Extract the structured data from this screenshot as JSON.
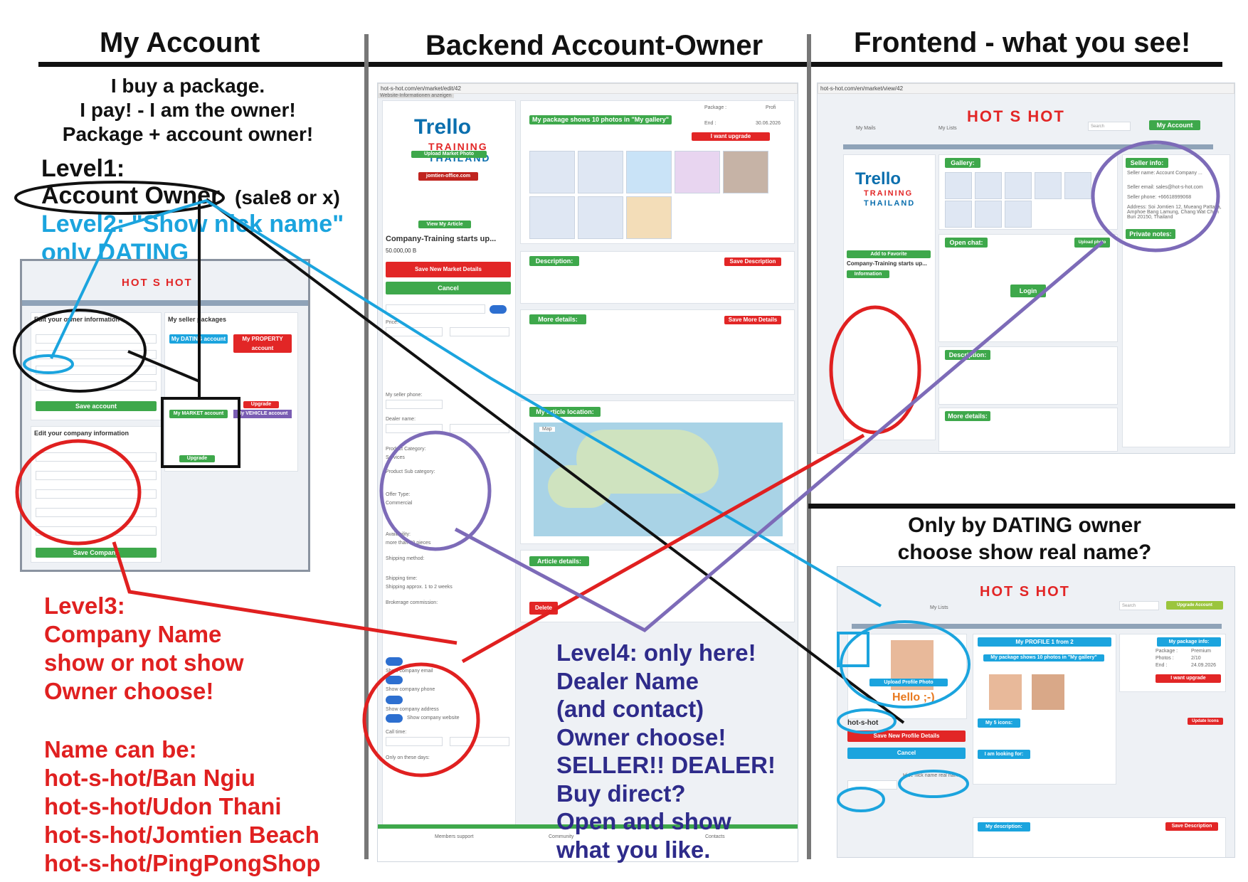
{
  "columns": {
    "my_account": "My Account",
    "backend": "Backend Account-Owner",
    "frontend": "Frontend - what you see!"
  },
  "intro_lines": [
    "I buy a package.",
    "I pay! - I am the owner!",
    "Package + account owner!"
  ],
  "level1": {
    "title": "Level1:",
    "circled": "Account Owner",
    "suffix": "(sale8 or x)"
  },
  "level2": {
    "line1": "Level2: \"Show nick name\"",
    "line2": "only DATING"
  },
  "level3": {
    "lines": [
      "Level3:",
      "Company Name",
      "show or not show",
      "Owner choose!"
    ]
  },
  "names": {
    "title": "Name can be:",
    "items": [
      "hot-s-hot/Ban Ngiu",
      "hot-s-hot/Udon Thani",
      "hot-s-hot/Jomtien Beach",
      "hot-s-hot/PingPongShop"
    ]
  },
  "level4": {
    "lines": [
      "Level4: only here!",
      "Dealer Name",
      "(and contact)",
      "Owner choose!",
      "SELLER!! DEALER!",
      "Buy direct?",
      "Open and show",
      "what you like."
    ]
  },
  "dating_question": {
    "line1": "Only by DATING owner",
    "line2": "choose show real name?"
  },
  "screens": {
    "logo": "HOT S HOT",
    "my_account": {
      "edit_owner": "Edit your owner information",
      "seller_packages": "My seller packages",
      "dating_account": "My DATING account",
      "property_account": "My PROPERTY account",
      "market_account": "My MARKET account",
      "vehicle_account": "My VEHICLE account",
      "upgrade": "Upgrade",
      "edit_company": "Edit your company information",
      "save_account": "Save account",
      "save_company": "Save Company"
    },
    "backend": {
      "url": "hot-s-hot.com/en/market/edit/42",
      "badge": "Website-Informationen anzeigen",
      "trello": "Trello",
      "training": "TRAINING",
      "thailand": "THAILAND",
      "upload": "Upload Market Photo",
      "domain": "jomtien-office.com",
      "view_article": "View My Article",
      "title": "Company-Training starts up...",
      "price": "50.000,00 B",
      "gallery_note": "My package shows 10 photos in \"My gallery\"",
      "want_upgrade": "I want upgrade",
      "package_label": "Package :",
      "package_val": "Profi",
      "end_label": "End :",
      "end_val": "30.06.2026",
      "save_market": "Save New Market Details",
      "cancel": "Cancel",
      "description": "Description:",
      "save_description": "Save Description",
      "more_details": "More details:",
      "save_more": "Save More Details",
      "article_location": "My article location:",
      "article_details": "Article details:",
      "delete": "Delete",
      "members_support": "Members support",
      "community": "Community",
      "contacts": "Contacts",
      "product_category": "Product Category:",
      "services": "Services",
      "product_sub": "Product Sub category:",
      "offer_type": "Offer Type:",
      "commercial": "Commercial",
      "availability": "Availability:",
      "more_than": "more than 20 pieces",
      "shipping": "Shipping method:",
      "shipping_time": "Shipping time:",
      "shipping_approx": "Shipping approx. 1 to 2 weeks",
      "brokerage": "Brokerage commission:",
      "show_email": "Show company email",
      "show_phone": "Show company phone",
      "show_address": "Show company address",
      "show_website": "Show company website",
      "call_time": "Call time:",
      "only_days": "Only on these days:",
      "seller_phone": "My seller phone:",
      "dealer_name": "Dealer name:",
      "price_label": "Price:",
      "map_label": "Map"
    },
    "frontend": {
      "url": "hot-s-hot.com/en/market/view/42",
      "gallery": "Gallery:",
      "seller_info": "Seller info:",
      "seller_name": "Seller name: Account Company ...",
      "seller_email": "Seller email: sales@hot-s-hot.com",
      "seller_phone": "Seller phone: +66618999068",
      "address": "Address: Soi Jomtien 12, Mueang Pattaya, Amphoe Bang Lamung, Chang Wat Chon Buri 20150, Thailand",
      "private_notes": "Private notes:",
      "open_chat": "Open chat:",
      "upload_photo": "Upload photo",
      "login": "Login",
      "description": "Description:",
      "more_details": "More details:",
      "add_favorite": "Add to Favorite",
      "title": "Company-Training starts up...",
      "information": "Information",
      "my_mails": "My Mails",
      "my_lists": "My Lists",
      "my_account": "My Account",
      "search": "Search"
    },
    "dating": {
      "profile": "My PROFILE 1 from 2",
      "package_info": "My package info:",
      "gallery_note": "My package shows 10 photos in \"My gallery\"",
      "want_upgrade": "I want upgrade",
      "upload_profile": "Upload Profile Photo",
      "hello": "Hello ;-)",
      "nick": "hot-s-hot",
      "save_profile": "Save New Profile Details",
      "cancel": "Cancel",
      "my_icons": "My 5 icons:",
      "looking_for": "I am looking for:",
      "my_description": "My description:",
      "save_description": "Save Description",
      "update_icons": "Update Icons",
      "upgrade_account": "Upgrade Account",
      "hide_nick": "Hide nick name real name",
      "package_label": "Package :",
      "package_val": "Premium",
      "photos_label": "Photos :",
      "photos_val": "2/10",
      "end_label": "End :",
      "end_val": "24.09.2026"
    }
  },
  "colors": {
    "red": "#e02020",
    "blue": "#1ba4de",
    "navy": "#2e2b8a",
    "black": "#111111",
    "purple": "#7d6bb8",
    "green": "#3ea84b"
  }
}
